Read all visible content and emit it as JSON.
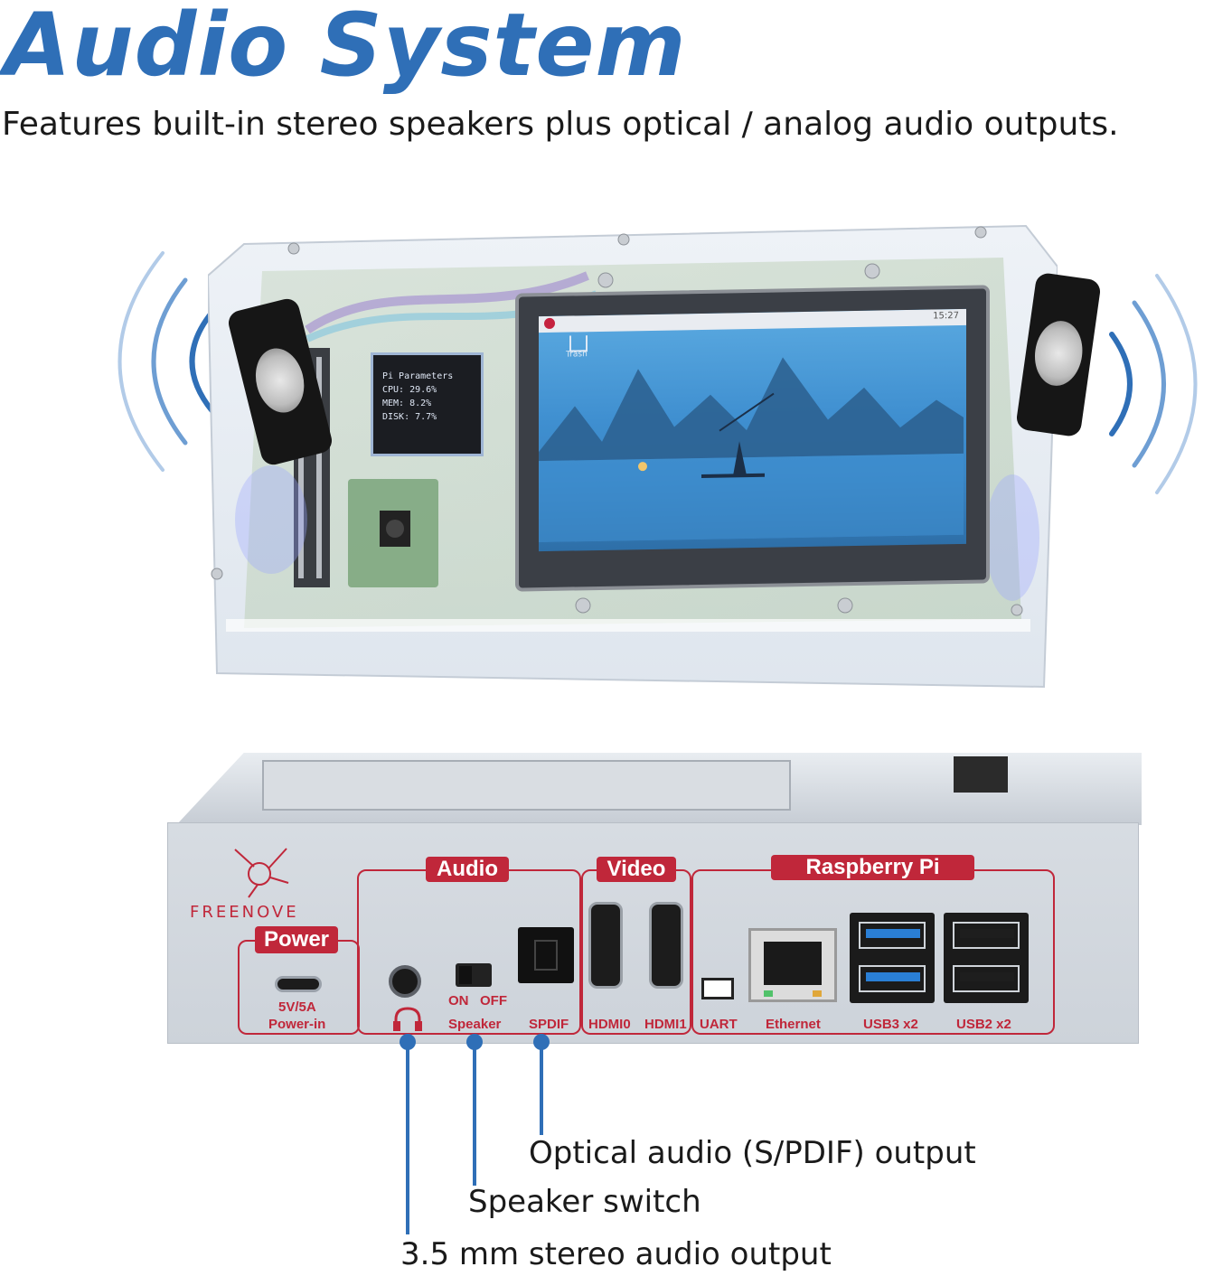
{
  "header": {
    "title": "Audio System",
    "subtitle": "Features built-in stereo speakers plus optical / analog audio outputs."
  },
  "photo_top": {
    "screen": {
      "clock": "15:27",
      "trash_label": "Trash"
    },
    "oled": {
      "title": "Pi Parameters",
      "cpu": "CPU: 29.6%",
      "mem": "MEM: 8.2%",
      "disk": "DISK: 7.7%"
    }
  },
  "panel": {
    "brand": "FREENOVE",
    "groups": {
      "power": "Power",
      "audio": "Audio",
      "video": "Video",
      "raspberry_pi": "Raspberry Pi"
    },
    "ports": {
      "power_spec": "5V/5A",
      "power_in": "Power-in",
      "switch_on": "ON",
      "switch_off": "OFF",
      "speaker": "Speaker",
      "spdif": "SPDIF",
      "hdmi0": "HDMI0",
      "hdmi1": "HDMI1",
      "uart": "UART",
      "ethernet": "Ethernet",
      "usb3": "USB3 x2",
      "usb2": "USB2 x2"
    },
    "colors": {
      "accent_red": "#c0273a",
      "callout_blue": "#2f6fb7",
      "usb3_blue": "#2a7fd6"
    }
  },
  "callouts": {
    "optical": "Optical audio (S/PDIF) output",
    "speaker_switch": "Speaker switch",
    "analog": "3.5 mm stereo audio output"
  },
  "icons": [
    "sound-wave-icon",
    "headphone-icon",
    "raspberry-icon"
  ]
}
